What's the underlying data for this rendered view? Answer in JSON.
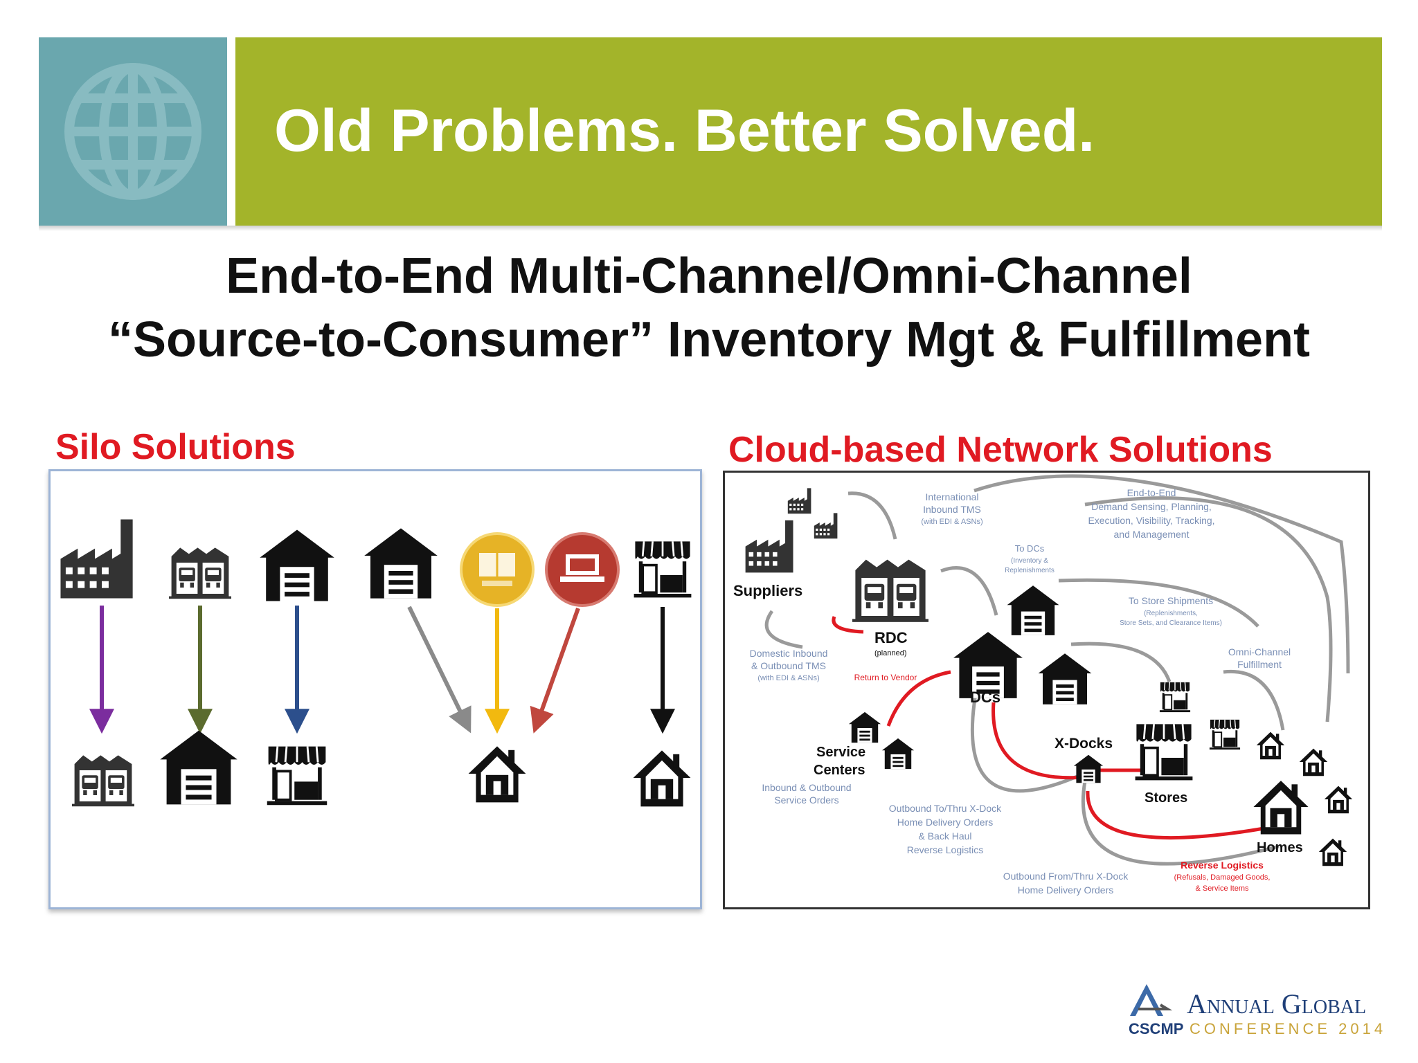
{
  "header": {
    "title": "Old Problems. Better Solved."
  },
  "subtitle": {
    "line1": "End-to-End Multi-Channel/Omni-Channel",
    "line2": "“Source-to-Consumer” Inventory Mgt & Fulfillment"
  },
  "silo": {
    "heading": "Silo Solutions"
  },
  "cloud": {
    "heading": "Cloud-based Network Solutions",
    "nodes": {
      "suppliers": "Suppliers",
      "rdc": "RDC",
      "rdc_note": "(planned)",
      "dcs": "DCs",
      "xdocks": "X-Docks",
      "stores": "Stores",
      "homes": "Homes",
      "service_centers_1": "Service",
      "service_centers_2": "Centers"
    },
    "annotations": {
      "intl_tms": [
        "International",
        "Inbound TMS",
        "(with EDI & ASNs)"
      ],
      "e2e": [
        "End-to-End",
        "Demand Sensing, Planning,",
        "Execution, Visibility, Tracking,",
        "and Management"
      ],
      "to_dcs": [
        "To DCs",
        "(Inventory &",
        "Replenishments"
      ],
      "to_store": [
        "To Store Shipments",
        "(Replenishments,",
        "Store Sets, and Clearance Items)"
      ],
      "omni": [
        "Omni-Channel",
        "Fulfillment"
      ],
      "domestic": [
        "Domestic Inbound",
        "& Outbound TMS",
        "(with EDI & ASNs)"
      ],
      "return_vendor": "Return to Vendor",
      "service_orders": [
        "Inbound & Outbound",
        "Service Orders"
      ],
      "outbound_to": [
        "Outbound To/Thru X-Dock",
        "Home Delivery Orders",
        "& Back Haul",
        "Reverse Logistics"
      ],
      "outbound_from": [
        "Outbound From/Thru X-Dock",
        "Home Delivery Orders"
      ],
      "reverse": [
        "Reverse Logistics",
        "(Refusals, Damaged Goods,",
        "& Service Items"
      ]
    }
  },
  "logo": {
    "org": "CSCMP",
    "line1": "Annual Global",
    "line2": "CONFERENCE 2014"
  },
  "colors": {
    "header_green": "#a3b42a",
    "header_teal": "#6aa7ae",
    "heading_red": "#e01a22",
    "arrow_purple": "#7b2d9e",
    "arrow_olive": "#5b6b2e",
    "arrow_blue": "#2c4f8c",
    "arrow_gray": "#8a8a8a",
    "arrow_gold": "#f2b90f",
    "arrow_red": "#c0473e",
    "arrow_black": "#111111",
    "annotation_blue": "#7a8fb5"
  }
}
